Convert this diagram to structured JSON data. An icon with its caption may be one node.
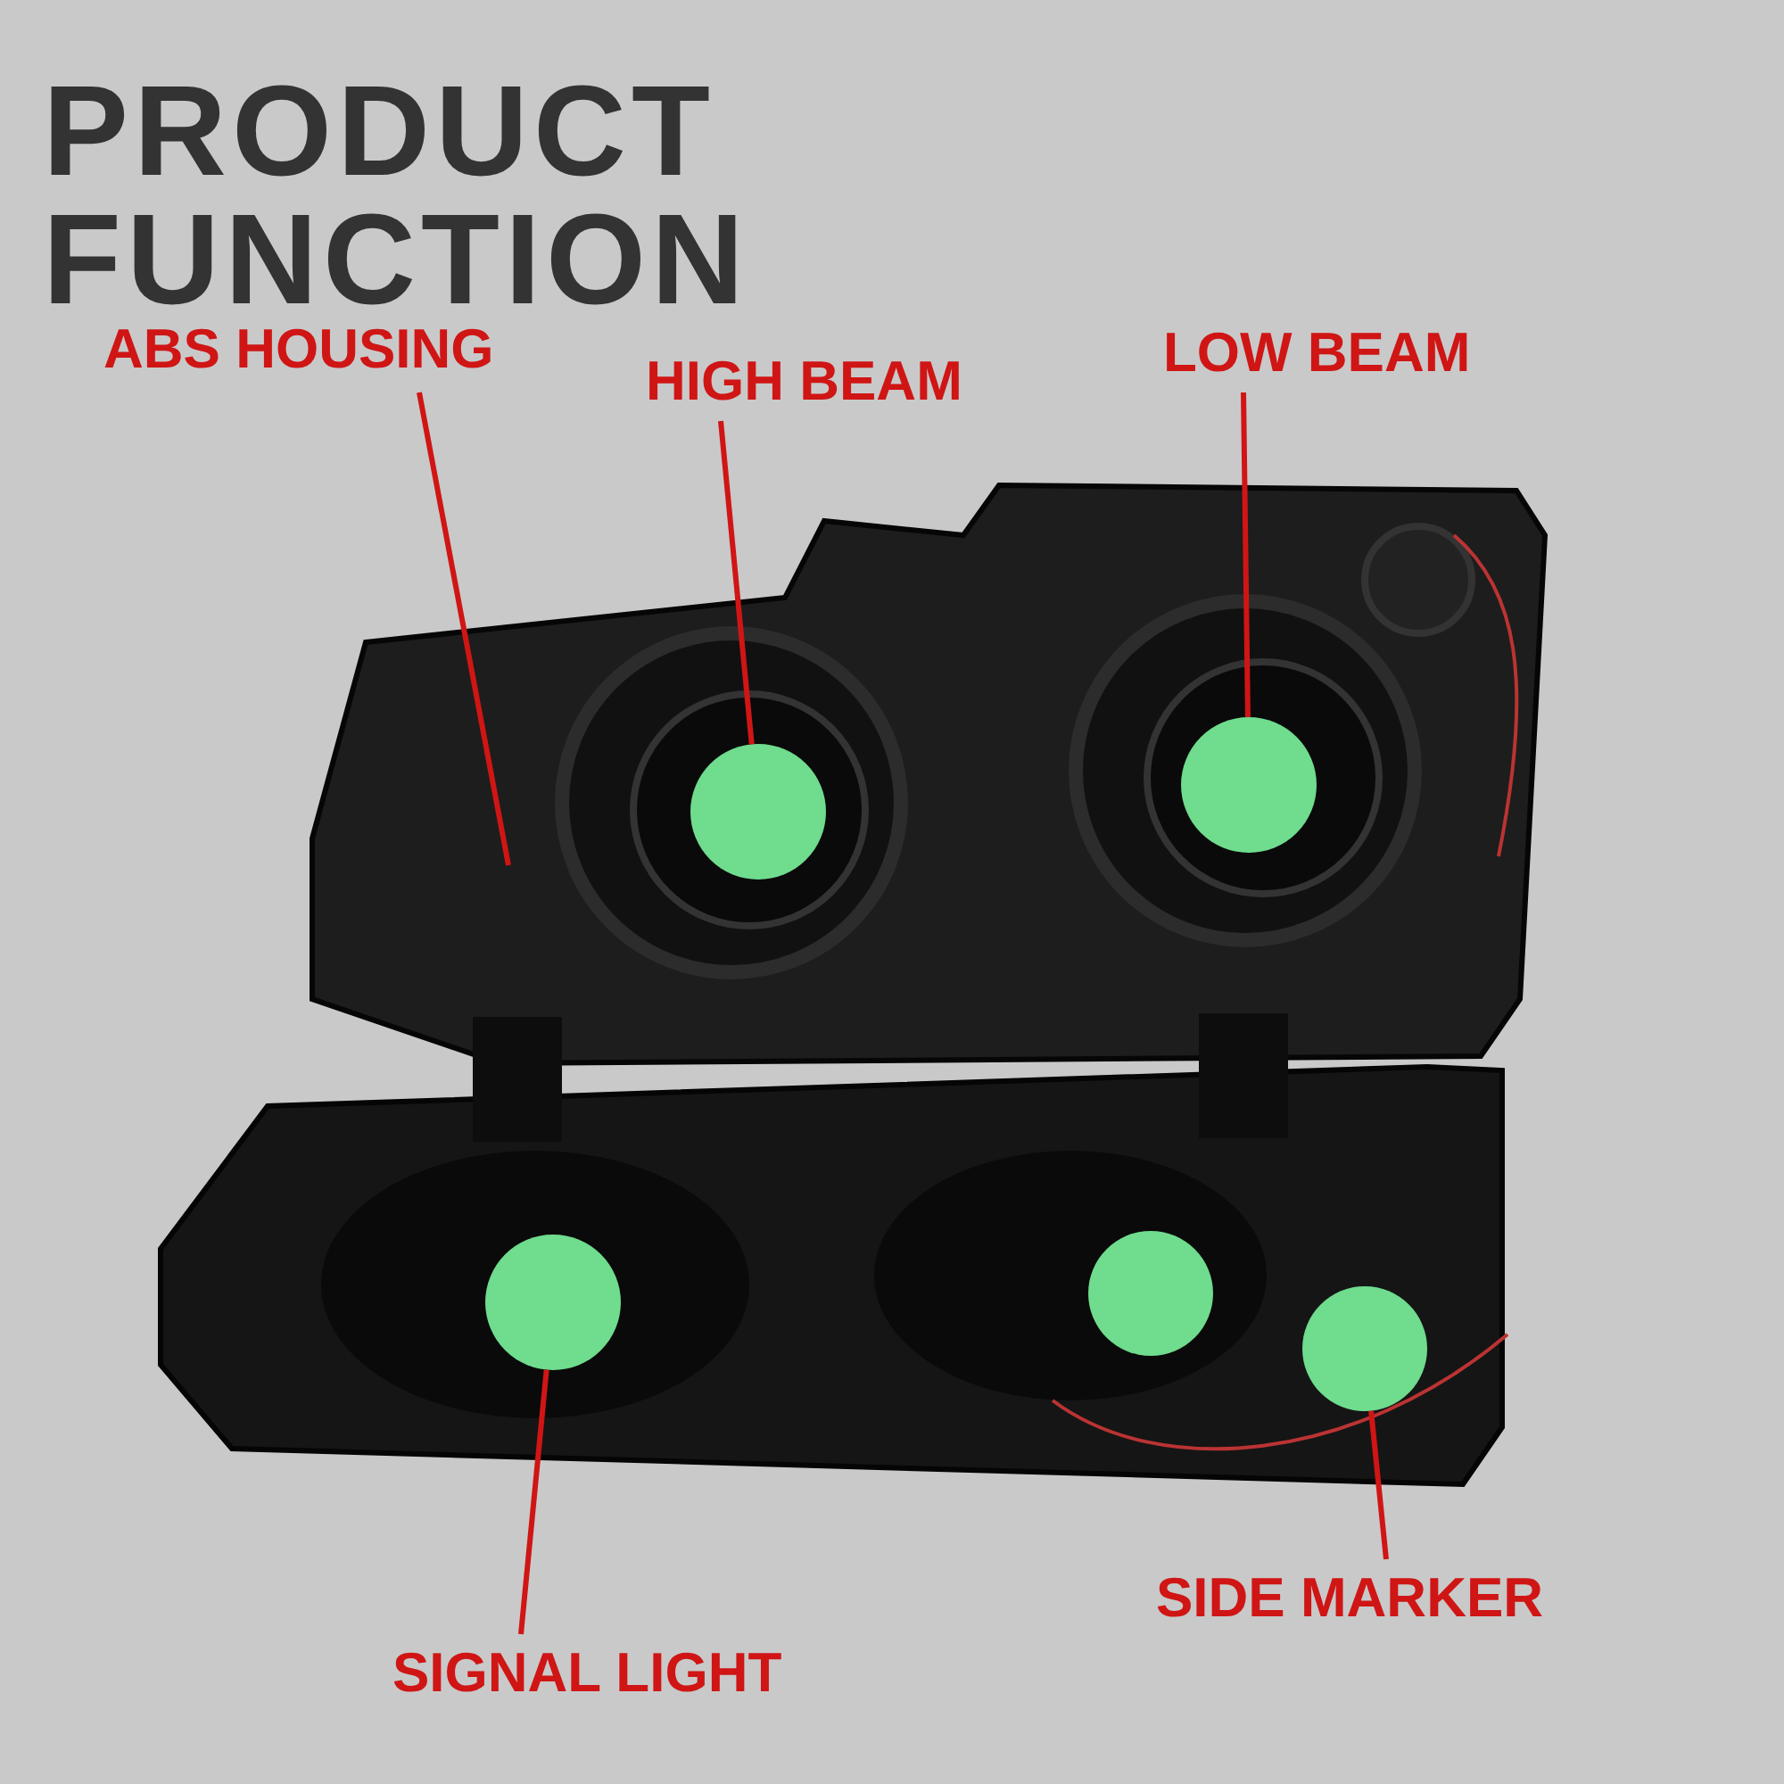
{
  "diagram": {
    "title": "PRODUCT FUNCTION",
    "nodes": [
      {
        "text": [
          "ABS HOUSING"
        ]
      },
      {
        "text": [
          "HIGH BEAM"
        ]
      },
      {
        "text": [
          "LOW BEAM"
        ]
      },
      {
        "text": [],
        "shape": "circle"
      },
      {
        "text": [],
        "shape": "circle"
      },
      {
        "text": [],
        "shape": "circle"
      },
      {
        "text": [],
        "shape": "circle"
      },
      {
        "text": [
          "SIGNAL LIGHT"
        ]
      },
      {
        "text": [
          "SIDE MARKER"
        ]
      }
    ],
    "edges": [
      {
        "from": 0,
        "to": null,
        "arrow": "none"
      },
      {
        "from": 1,
        "to": 3,
        "arrow": "none"
      },
      {
        "from": 2,
        "to": 4,
        "arrow": "none"
      },
      {
        "from": 7,
        "to": 5,
        "arrow": "none"
      },
      {
        "from": 8,
        "to": 6,
        "arrow": "none"
      }
    ]
  }
}
